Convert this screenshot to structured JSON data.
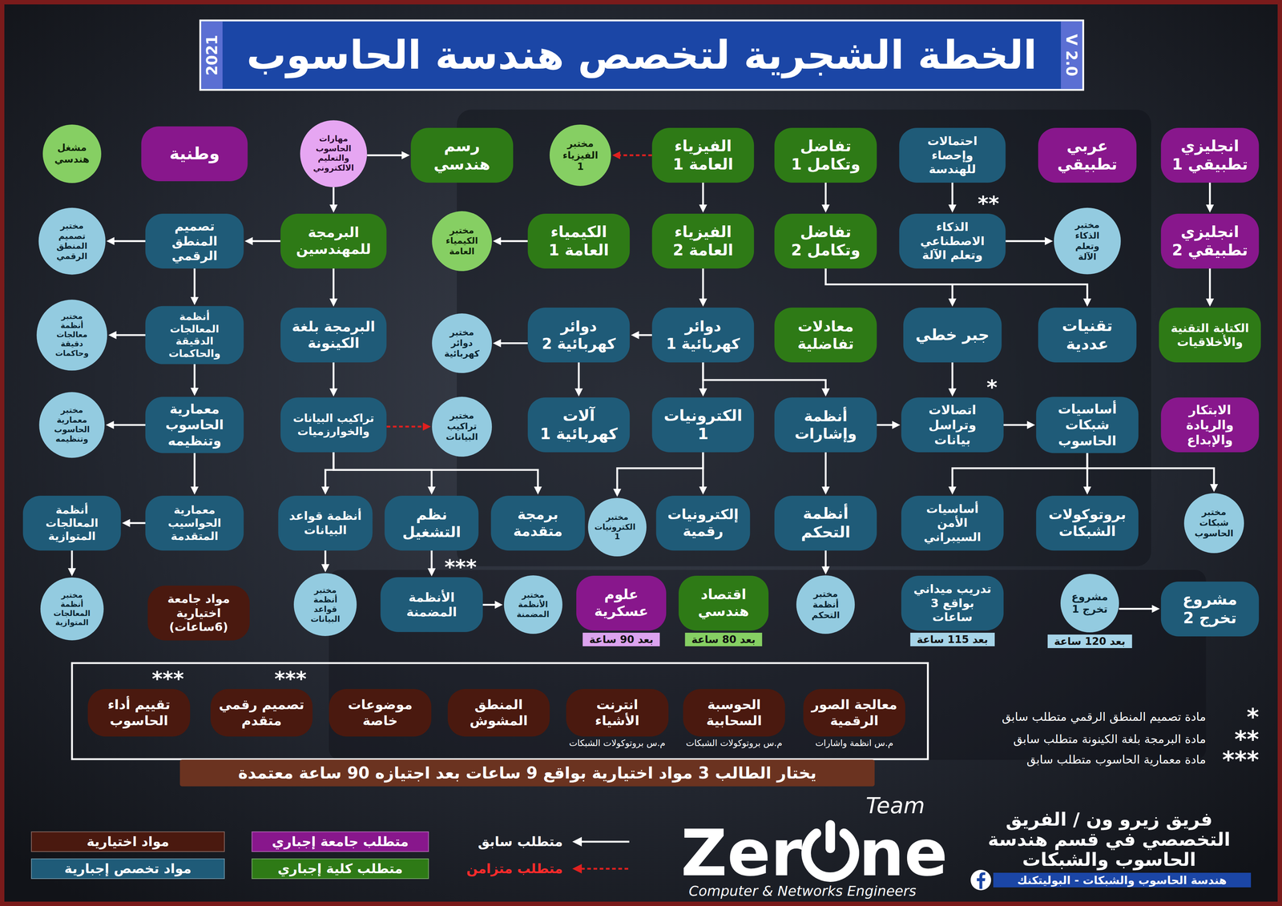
{
  "diagram": {
    "title": "الخطة الشجرية لتخصص هندسة الحاسوب",
    "nodes": [
      {
        "text": [
          "انجليزي تطبيقي 1"
        ]
      },
      {
        "text": [
          "عربي تطبيقي"
        ]
      },
      {
        "text": [
          "احتمالات وإحصاء للهندسة"
        ]
      },
      {
        "text": [
          "تفاضل وتكامل 1"
        ]
      },
      {
        "text": [
          "الفيزياء العامة 1"
        ]
      },
      {
        "text": [
          "مختبر الفيزياء 1"
        ]
      },
      {
        "text": [
          "رسم هندسي"
        ]
      },
      {
        "text": [
          "مهارات الحاسوب والتعليم الالكتروني"
        ]
      },
      {
        "text": [
          "وطنية"
        ]
      },
      {
        "text": [
          "مشغل هندسي"
        ]
      },
      {
        "text": [
          "انجليزي تطبيقي 2"
        ]
      },
      {
        "text": [
          "مختبر الذكاء وتعلم الآلة"
        ]
      },
      {
        "text": [
          "الذكاء الاصطناعي وتعلم الآلة",
          "**"
        ]
      },
      {
        "text": [
          "تفاضل وتكامل 2"
        ]
      },
      {
        "text": [
          "الفيزياء العامة 2"
        ]
      },
      {
        "text": [
          "الكيمياء العامة 1"
        ]
      },
      {
        "text": [
          "مختبر الكيمياء العامة"
        ]
      },
      {
        "text": [
          "البرمجة للمهندسين"
        ]
      },
      {
        "text": [
          "تصميم المنطق الرقمي"
        ]
      },
      {
        "text": [
          "مختبر تصميم المنطق الرقمي"
        ]
      },
      {
        "text": [
          "الكتابة التقنية والأخلاقيات"
        ]
      },
      {
        "text": [
          "تقنيات عددية"
        ]
      },
      {
        "text": [
          "جبر خطي"
        ]
      },
      {
        "text": [
          "معادلات تفاضلية"
        ]
      },
      {
        "text": [
          "دوائر كهربائية 1"
        ]
      },
      {
        "text": [
          "دوائر كهربائية 2"
        ]
      },
      {
        "text": [
          "مختبر دوائر كهربائية"
        ]
      },
      {
        "text": [
          "البرمجة بلغة الكينونة"
        ]
      },
      {
        "text": [
          "أنظمة المعالجات الدقيقة والحاكمات"
        ]
      },
      {
        "text": [
          "مختبر أنظمة معالجات دقيقة وحاكمات"
        ]
      },
      {
        "text": [
          "الابتكار والريادة والإبداع"
        ]
      },
      {
        "text": [
          "أساسيات شبكات الحاسوب"
        ]
      },
      {
        "text": [
          "اتصالات وتراسل بيانات",
          "*"
        ]
      },
      {
        "text": [
          "أنظمة وإشارات"
        ]
      },
      {
        "text": [
          "الكترونيات 1"
        ]
      },
      {
        "text": [
          "آلات كهربائية 1"
        ]
      },
      {
        "text": [
          "مختبر تراكيب البيانات"
        ]
      },
      {
        "text": [
          "تراكيب البيانات والخوارزميات"
        ]
      },
      {
        "text": [
          "معمارية الحاسوب وتنظيمه"
        ]
      },
      {
        "text": [
          "مختبر معمارية الحاسوب وتنظيمه"
        ]
      },
      {
        "text": [
          "مختبر شبكات الحاسوب"
        ]
      },
      {
        "text": [
          "بروتوكولات الشبكات"
        ]
      },
      {
        "text": [
          "أساسيات الأمن السيبراني"
        ]
      },
      {
        "text": [
          "أنظمة التحكم"
        ]
      },
      {
        "text": [
          "إلكترونيات رقمية"
        ]
      },
      {
        "text": [
          "مختبر الكترونيات 1"
        ]
      },
      {
        "text": [
          "برمجة متقدمة"
        ]
      },
      {
        "text": [
          "نظم التشغيل"
        ]
      },
      {
        "text": [
          "أنظمة قواعد البيانات"
        ]
      },
      {
        "text": [
          "معمارية الحواسيب المتقدمة"
        ]
      },
      {
        "text": [
          "أنظمة المعالجات المتوازية"
        ]
      },
      {
        "text": [
          "مشروع تخرج 2"
        ]
      },
      {
        "text": [
          "مشروع تخرج 1",
          "بعد 120 ساعة"
        ]
      },
      {
        "text": [
          "تدريب ميداني بواقع 3 ساعات",
          "بعد 115 ساعة"
        ]
      },
      {
        "text": [
          "مختبر أنظمة التحكم"
        ]
      },
      {
        "text": [
          "اقتصاد هندسي",
          "بعد 80 ساعة"
        ]
      },
      {
        "text": [
          "علوم عسكرية",
          "بعد 90 ساعة"
        ]
      },
      {
        "text": [
          "مختبر الأنظمة المضمنة"
        ]
      },
      {
        "text": [
          "الأنظمة المضمنة",
          "***"
        ]
      },
      {
        "text": [
          "مختبر أنظمة قواعد البيانات"
        ]
      },
      {
        "text": [
          "مواد جامعة اختيارية (6ساعات)"
        ]
      },
      {
        "text": [
          "مختبر أنظمة المعالجات المتوازية"
        ]
      },
      {
        "text": [
          "معالجة الصور الرقمية",
          "م.س انظمة واشارات"
        ]
      },
      {
        "text": [
          "الحوسبة السحابية",
          "م.س بروتوكولات الشبكات"
        ]
      },
      {
        "text": [
          "انترنت الأشياء",
          "م.س بروتوكولات الشبكات"
        ]
      },
      {
        "text": [
          "المنطق المشوش"
        ]
      },
      {
        "text": [
          "موضوعات خاصة"
        ]
      },
      {
        "text": [
          "تصميم رقمي متقدم",
          "***"
        ]
      },
      {
        "text": [
          "تقييم أداء الحاسوب",
          "***"
        ]
      },
      {
        "text": [
          "يختار الطالب 3 مواد اختيارية بواقع 9 ساعات بعد اجتيازه 90 ساعة معتمدة"
        ]
      }
    ],
    "edges": [
      {
        "from": 0,
        "to": 10,
        "arrow": "to"
      },
      {
        "from": 10,
        "to": 20,
        "arrow": "to"
      },
      {
        "from": 2,
        "to": 12,
        "arrow": "to"
      },
      {
        "from": 12,
        "to": 11,
        "arrow": "to"
      },
      {
        "from": 3,
        "to": 13,
        "arrow": "to"
      },
      {
        "from": 13,
        "to": 22,
        "arrow": "to"
      },
      {
        "from": 13,
        "to": 21,
        "arrow": "to"
      },
      {
        "from": 4,
        "to": 14,
        "arrow": "to"
      },
      {
        "from": 4,
        "to": 5,
        "arrow": "to"
      },
      {
        "from": 14,
        "to": 24,
        "arrow": "to"
      },
      {
        "from": 24,
        "to": 25,
        "arrow": "to"
      },
      {
        "from": 25,
        "to": 26,
        "arrow": "to"
      },
      {
        "from": 25,
        "to": 35,
        "arrow": "to"
      },
      {
        "from": 24,
        "to": 34,
        "arrow": "to"
      },
      {
        "from": 24,
        "to": 33,
        "arrow": "to"
      },
      {
        "from": 33,
        "to": 32,
        "arrow": "to"
      },
      {
        "from": 22,
        "to": 32,
        "arrow": "to"
      },
      {
        "from": 32,
        "to": 31,
        "arrow": "to"
      },
      {
        "from": 31,
        "to": 42,
        "arrow": "to"
      },
      {
        "from": 31,
        "to": 41,
        "arrow": "to"
      },
      {
        "from": 31,
        "to": 40,
        "arrow": "to"
      },
      {
        "from": 33,
        "to": 43,
        "arrow": "to"
      },
      {
        "from": 43,
        "to": 54,
        "arrow": "to"
      },
      {
        "from": 34,
        "to": 44,
        "arrow": "to"
      },
      {
        "from": 34,
        "to": 45,
        "arrow": "to"
      },
      {
        "from": 15,
        "to": 16,
        "arrow": "to"
      },
      {
        "from": 7,
        "to": 6,
        "arrow": "to"
      },
      {
        "from": 7,
        "to": 17,
        "arrow": "to"
      },
      {
        "from": 17,
        "to": 18,
        "arrow": "to"
      },
      {
        "from": 17,
        "to": 27,
        "arrow": "to"
      },
      {
        "from": 18,
        "to": 19,
        "arrow": "to"
      },
      {
        "from": 18,
        "to": 28,
        "arrow": "to"
      },
      {
        "from": 28,
        "to": 29,
        "arrow": "to"
      },
      {
        "from": 28,
        "to": 38,
        "arrow": "to"
      },
      {
        "from": 38,
        "to": 39,
        "arrow": "to"
      },
      {
        "from": 38,
        "to": 49,
        "arrow": "to"
      },
      {
        "from": 49,
        "to": 50,
        "arrow": "to"
      },
      {
        "from": 50,
        "to": 61,
        "arrow": "to"
      },
      {
        "from": 27,
        "to": 37,
        "arrow": "to"
      },
      {
        "from": 37,
        "to": 36,
        "arrow": "to"
      },
      {
        "from": 37,
        "to": 48,
        "arrow": "to"
      },
      {
        "from": 37,
        "to": 47,
        "arrow": "to"
      },
      {
        "from": 37,
        "to": 46,
        "arrow": "to"
      },
      {
        "from": 48,
        "to": 59,
        "arrow": "to"
      },
      {
        "from": 47,
        "to": 58,
        "arrow": "to"
      },
      {
        "from": 58,
        "to": 57,
        "arrow": "to"
      },
      {
        "from": 52,
        "to": 51,
        "arrow": "to"
      }
    ],
    "labels": [
      "V 2.0",
      "2021",
      "*",
      "مادة تصميم المنطق الرقمي متطلب سابق",
      "**",
      "مادة البرمجة بلغة الكينونة متطلب سابق",
      "***",
      "مادة معمارية الحاسوب متطلب سابق",
      "فريق زيرو ون / الفريق التخصصي في قسم هندسة الحاسوب والشبكات",
      "Team",
      "Zer",
      "ne",
      "Computer & Networks Engineers",
      "هندسة الحاسوب والشبكات - البوليتكنك"
    ],
    "legend": [
      {
        "text": "مواد اختيارية",
        "color": "#4a190f"
      },
      {
        "text": "مواد تخصص إجبارية",
        "color": "#1f5b78"
      },
      {
        "text": "متطلب جامعة إجباري",
        "color": "#88178c"
      },
      {
        "text": "متطلب كلية إجباري",
        "color": "#2e7a16"
      },
      {
        "text": "متطلب سابق"
      },
      {
        "text": "متطلب متزامن"
      }
    ]
  }
}
